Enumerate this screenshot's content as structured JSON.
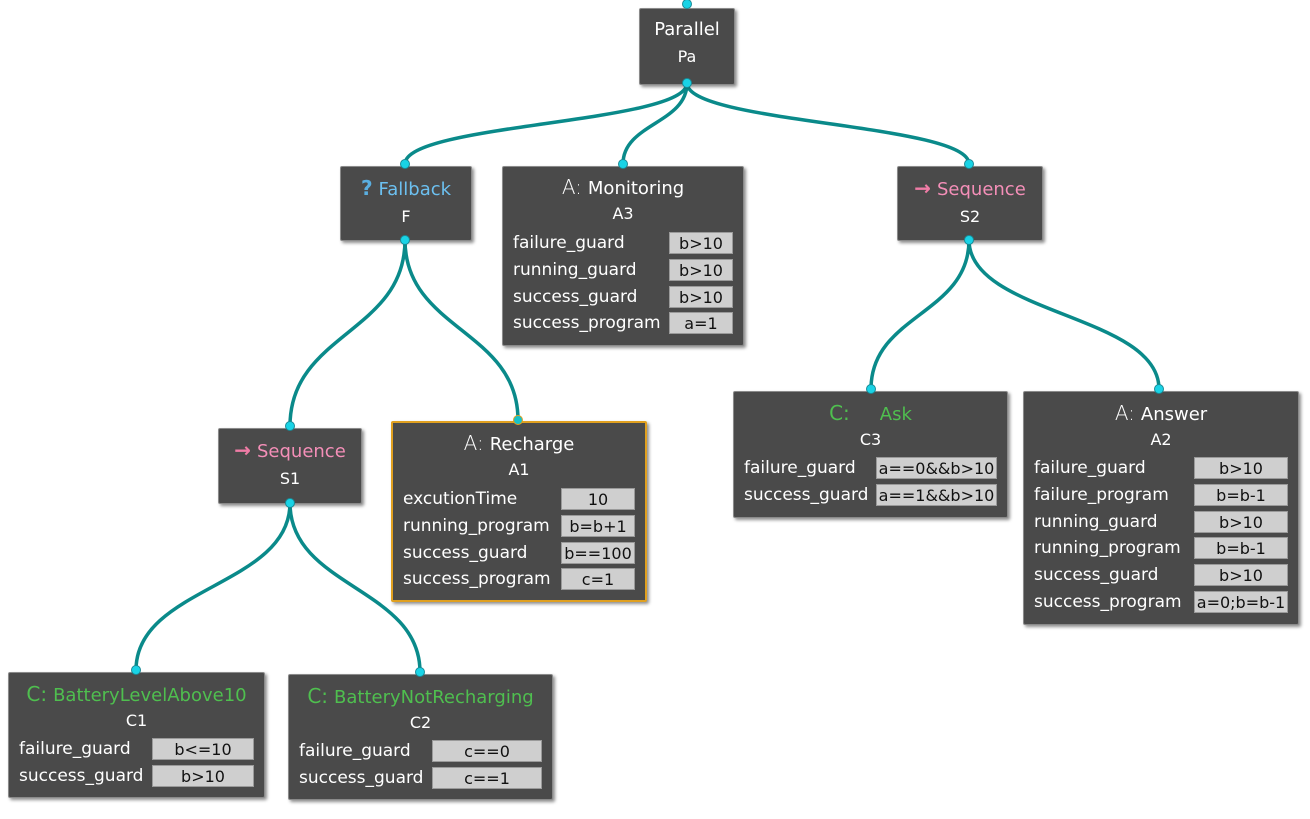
{
  "colors": {
    "edge": "#0a8a8a",
    "port": "#19d3e6",
    "node_bg": "#4a4a4a",
    "selected_border": "#e0a020"
  },
  "nodes": {
    "pa": {
      "label": "Parallel",
      "id": "Pa"
    },
    "f": {
      "icon": "?",
      "label": "Fallback",
      "id": "F"
    },
    "a3": {
      "icon": "A:",
      "label": "Monitoring",
      "id": "A3",
      "props": [
        {
          "name": "failure_guard",
          "value": "b>10"
        },
        {
          "name": "running_guard",
          "value": "b>10"
        },
        {
          "name": "success_guard",
          "value": "b>10"
        },
        {
          "name": "success_program",
          "value": "a=1"
        }
      ]
    },
    "s2": {
      "icon": "→",
      "label": "Sequence",
      "id": "S2"
    },
    "s1": {
      "icon": "→",
      "label": "Sequence",
      "id": "S1"
    },
    "a1": {
      "icon": "A:",
      "label": "Recharge",
      "id": "A1",
      "props": [
        {
          "name": "excutionTime",
          "value": "10"
        },
        {
          "name": "running_program",
          "value": "b=b+1"
        },
        {
          "name": "success_guard",
          "value": "b==100"
        },
        {
          "name": "success_program",
          "value": "c=1"
        }
      ]
    },
    "c3": {
      "icon": "C:",
      "label": "Ask",
      "id": "C3",
      "props": [
        {
          "name": "failure_guard",
          "value": "a==0&&b>10"
        },
        {
          "name": "success_guard",
          "value": "a==1&&b>10"
        }
      ]
    },
    "a2": {
      "icon": "A:",
      "label": "Answer",
      "id": "A2",
      "props": [
        {
          "name": "failure_guard",
          "value": "b>10"
        },
        {
          "name": "failure_program",
          "value": "b=b-1"
        },
        {
          "name": "running_guard",
          "value": "b>10"
        },
        {
          "name": "running_program",
          "value": "b=b-1"
        },
        {
          "name": "success_guard",
          "value": "b>10"
        },
        {
          "name": "success_program",
          "value": "a=0;b=b-1"
        }
      ]
    },
    "c1": {
      "icon": "C:",
      "label": "BatteryLevelAbove10",
      "id": "C1",
      "props": [
        {
          "name": "failure_guard",
          "value": "b<=10"
        },
        {
          "name": "success_guard",
          "value": "b>10"
        }
      ]
    },
    "c2": {
      "icon": "C:",
      "label": "BatteryNotRecharging",
      "id": "C2",
      "props": [
        {
          "name": "failure_guard",
          "value": "c==0"
        },
        {
          "name": "success_guard",
          "value": "c==1"
        }
      ]
    }
  }
}
